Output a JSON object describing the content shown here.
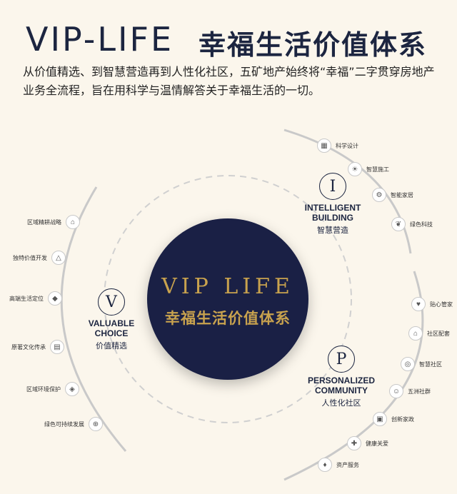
{
  "header": {
    "title_en": "VIP-LIFE",
    "title_cn": "幸福生活价值体系",
    "intro": "从价值精选、到智慧营造再到人性化社区，五矿地产始终将“幸福”二字贯穿房地产业务全流程，旨在用科学与温情解答关于幸福生活的一切。"
  },
  "center": {
    "logo": "VIP LIFE",
    "subtitle": "幸福生活价值体系"
  },
  "categories": {
    "valuable": {
      "letter": "V",
      "name_en": "VALUABLE\nCHOICE",
      "name_cn": "价值精选"
    },
    "intelligent": {
      "letter": "I",
      "name_en": "INTELLIGENT\nBUILDING",
      "name_cn": "智慧营造"
    },
    "personalized": {
      "letter": "P",
      "name_en": "PERSONALIZED\nCOMMUNITY",
      "name_cn": "人性化社区"
    }
  },
  "items": {
    "valuable": [
      {
        "label": "区域精耕战略",
        "icon": "building-icon"
      },
      {
        "label": "独特价值开发",
        "icon": "compass-icon"
      },
      {
        "label": "高端生活定位",
        "icon": "diamond-icon"
      },
      {
        "label": "原著文化传承",
        "icon": "book-icon"
      },
      {
        "label": "区域环境保护",
        "icon": "shield-icon"
      },
      {
        "label": "绿色可持续发展",
        "icon": "globe-icon"
      }
    ],
    "intelligent": [
      {
        "label": "科学设计",
        "icon": "blueprint-icon"
      },
      {
        "label": "智慧施工",
        "icon": "bulb-icon"
      },
      {
        "label": "智能家居",
        "icon": "gear-icon"
      },
      {
        "label": "绿色科技",
        "icon": "leaf-icon"
      }
    ],
    "personalized": [
      {
        "label": "贴心管家",
        "icon": "heart-icon"
      },
      {
        "label": "社区配套",
        "icon": "home-icon"
      },
      {
        "label": "智慧社区",
        "icon": "chip-icon"
      },
      {
        "label": "五洲社群",
        "icon": "people-icon"
      },
      {
        "label": "创新家政",
        "icon": "tool-icon"
      },
      {
        "label": "健康关爱",
        "icon": "health-icon"
      },
      {
        "label": "资产服务",
        "icon": "asset-icon"
      }
    ]
  },
  "icon_glyphs": {
    "building-icon": "⌂",
    "compass-icon": "△",
    "diamond-icon": "◆",
    "book-icon": "▤",
    "shield-icon": "◈",
    "globe-icon": "⊕",
    "blueprint-icon": "▦",
    "bulb-icon": "☀",
    "gear-icon": "⚙",
    "leaf-icon": "❦",
    "heart-icon": "♥",
    "home-icon": "⌂",
    "chip-icon": "◎",
    "people-icon": "☺",
    "tool-icon": "▣",
    "health-icon": "✚",
    "asset-icon": "♦"
  },
  "colors": {
    "navy": "#1a2045",
    "gold": "#c8a24e",
    "background": "#fbf6ec",
    "arc": "#c9c9c9"
  }
}
